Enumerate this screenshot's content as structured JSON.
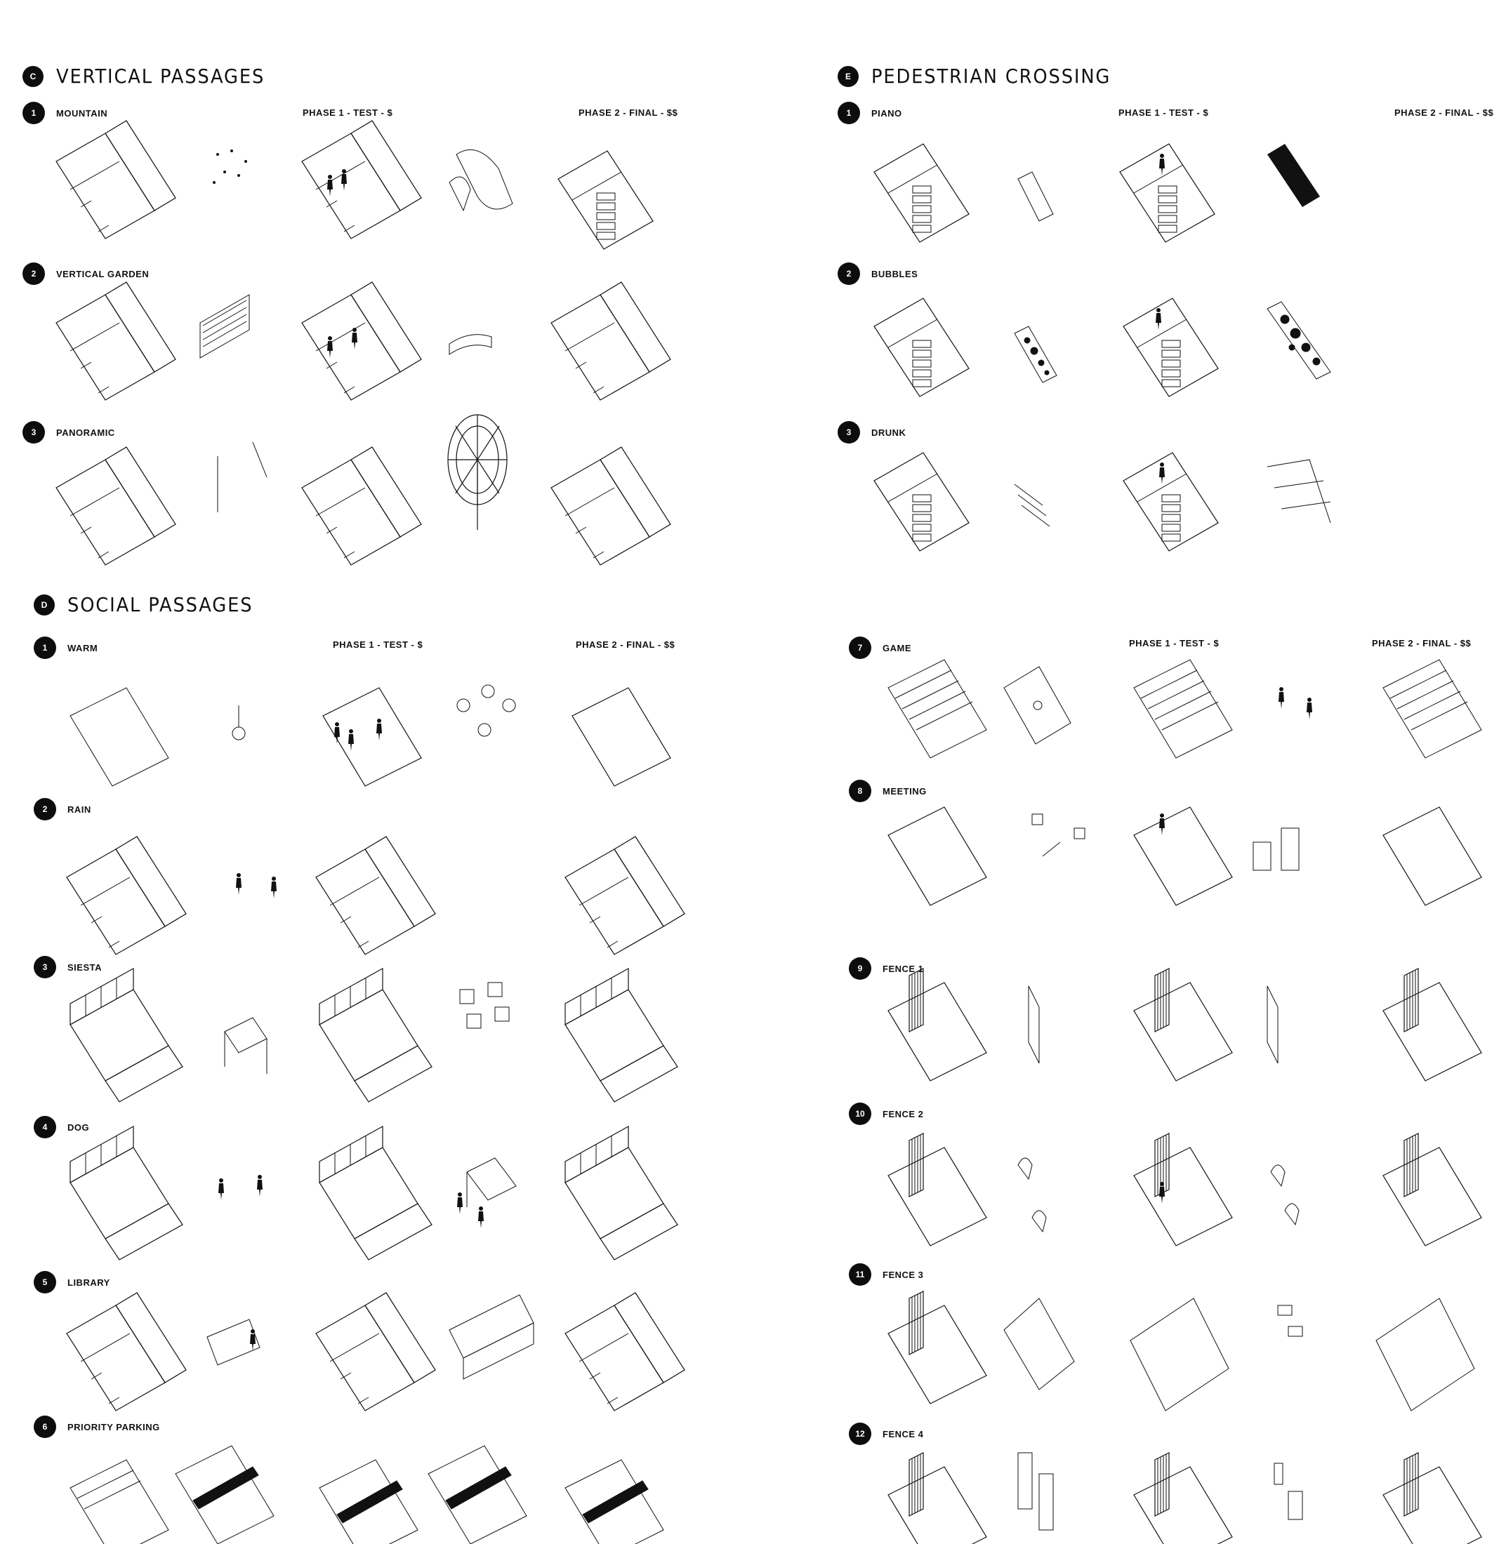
{
  "sections": [
    {
      "id": "vertical",
      "badge": "C",
      "title": "VERTICAL PASSAGES",
      "phase1": "PHASE 1 - TEST - $",
      "phase2": "PHASE 2 - FINAL - $$",
      "rows": [
        {
          "num": "1",
          "label": "MOUNTAIN"
        },
        {
          "num": "2",
          "label": "VERTICAL GARDEN"
        },
        {
          "num": "3",
          "label": "PANORAMIC"
        }
      ]
    },
    {
      "id": "pedestrian",
      "badge": "E",
      "title": "PEDESTRIAN CROSSING",
      "phase1": "PHASE 1 - TEST - $",
      "phase2": "PHASE 2 - FINAL - $$",
      "rows": [
        {
          "num": "1",
          "label": "PIANO"
        },
        {
          "num": "2",
          "label": "BUBBLES"
        },
        {
          "num": "3",
          "label": "DRUNK"
        }
      ]
    },
    {
      "id": "social",
      "badge": "D",
      "title": "SOCIAL PASSAGES",
      "phase1": "PHASE 1 - TEST - $",
      "phase2": "PHASE 2 - FINAL - $$",
      "rows": [
        {
          "num": "1",
          "label": "WARM"
        },
        {
          "num": "2",
          "label": "RAIN"
        },
        {
          "num": "3",
          "label": "SIESTA"
        },
        {
          "num": "4",
          "label": "DOG"
        },
        {
          "num": "5",
          "label": "LIBRARY"
        },
        {
          "num": "6",
          "label": "PRIORITY PARKING"
        }
      ]
    },
    {
      "id": "social-continued",
      "phase1": "PHASE 1 - TEST - $",
      "phase2": "PHASE 2 - FINAL - $$",
      "rows": [
        {
          "num": "7",
          "label": "GAME"
        },
        {
          "num": "8",
          "label": "MEETING"
        },
        {
          "num": "9",
          "label": "FENCE 1"
        },
        {
          "num": "10",
          "label": "FENCE 2"
        },
        {
          "num": "11",
          "label": "FENCE 3"
        },
        {
          "num": "12",
          "label": "FENCE 4"
        }
      ]
    }
  ]
}
